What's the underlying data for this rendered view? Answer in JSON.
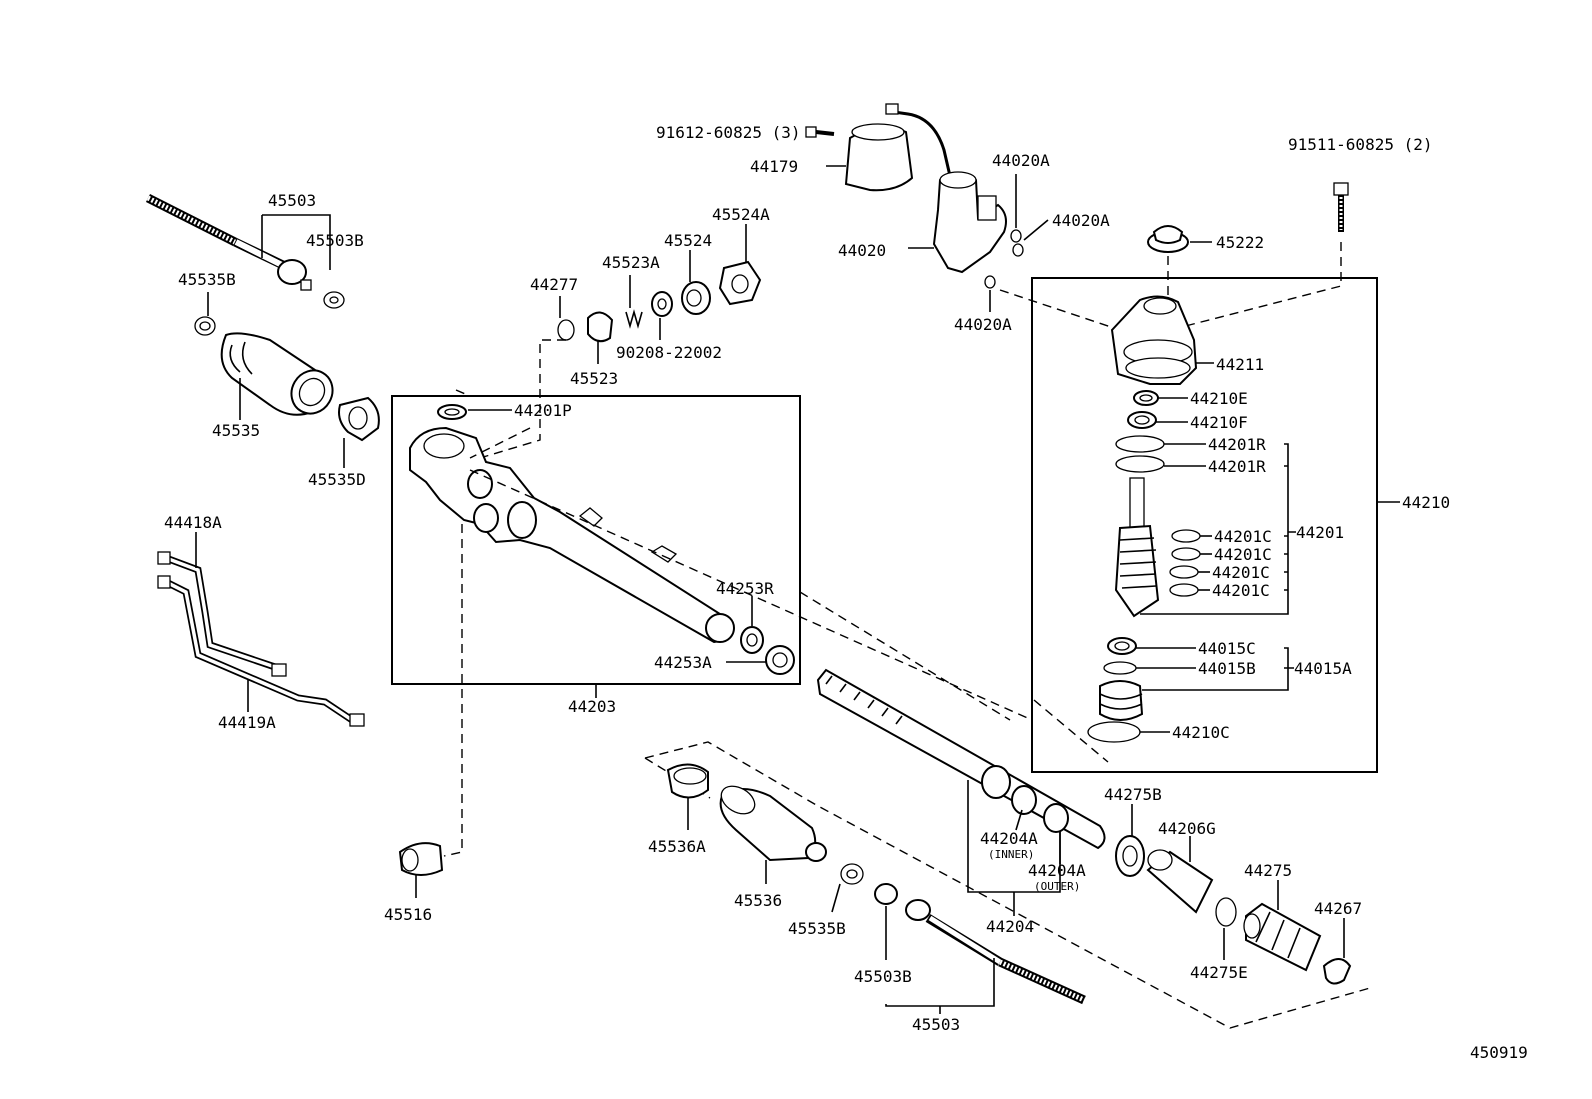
{
  "diagram": {
    "labels": {
      "p45503_top": "45503",
      "p45503B_top": "45503B",
      "p45535B_top": "45535B",
      "p45535": "45535",
      "p45535D": "45535D",
      "p44418A": "44418A",
      "p44419A": "44419A",
      "p44277": "44277",
      "p45523A": "45523A",
      "p45524": "45524",
      "p45524A": "45524A",
      "p90208": "90208-22002",
      "p45523": "45523",
      "p91612": "91612-60825 (3)",
      "p44179": "44179",
      "p44020": "44020",
      "p44020A_1": "44020A",
      "p44020A_2": "44020A",
      "p44020A_3": "44020A",
      "p91511": "91511-60825 (2)",
      "p45222": "45222",
      "p44211": "44211",
      "p44210E": "44210E",
      "p44210F": "44210F",
      "p44201R_1": "44201R",
      "p44201R_2": "44201R",
      "p44201": "44201",
      "p44201C_1": "44201C",
      "p44201C_2": "44201C",
      "p44201C_3": "44201C",
      "p44201C_4": "44201C",
      "p44210": "44210",
      "p44015C": "44015C",
      "p44015B": "44015B",
      "p44015A": "44015A",
      "p44210C": "44210C",
      "p44201P": "44201P",
      "p44253R": "44253R",
      "p44253A": "44253A",
      "p44203": "44203",
      "p45516": "45516",
      "p45536A": "45536A",
      "p45536": "45536",
      "p45535B_bot": "45535B",
      "p45503B_bot": "45503B",
      "p45503_bot": "45503",
      "p44204A_inner": "44204A",
      "inner_note": "(INNER)",
      "p44204A_outer": "44204A",
      "outer_note": "(OUTER)",
      "p44204": "44204",
      "p44275B": "44275B",
      "p44206G": "44206G",
      "p44275": "44275",
      "p44267": "44267",
      "p44275E": "44275E",
      "drawing_no": "450919"
    }
  }
}
